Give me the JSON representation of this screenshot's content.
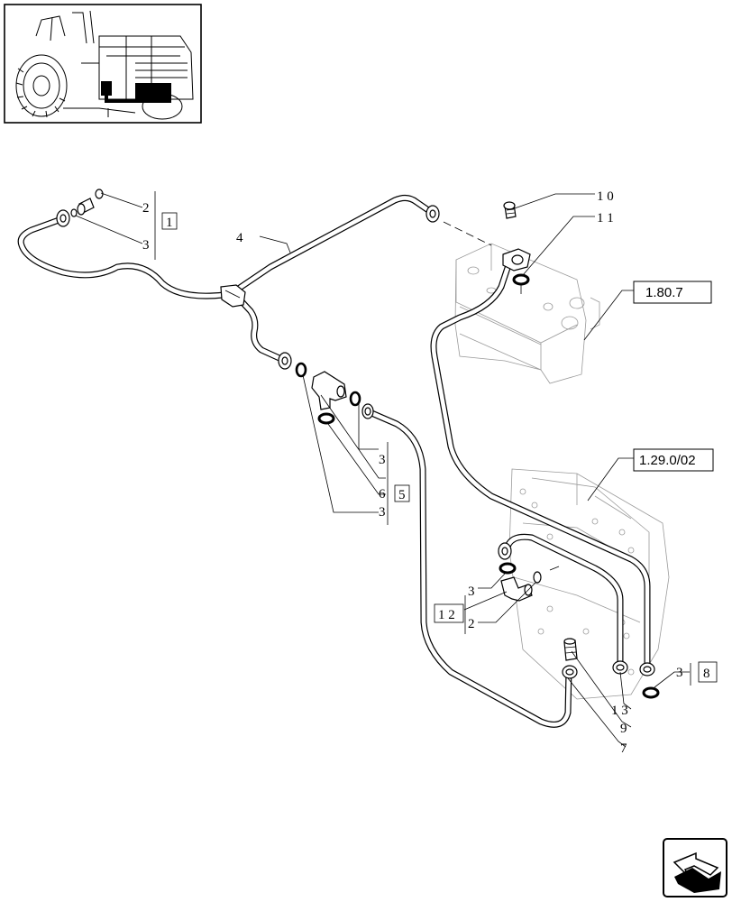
{
  "callouts": {
    "c2a": "2",
    "c3a": "3",
    "ref1": "1",
    "c4": "4",
    "c10": "1 0",
    "c11": "1 1",
    "ref180": "1.80.7",
    "c3b": "3",
    "c6": "6",
    "ref5": "5",
    "c3c": "3",
    "ref129": "1.29.0/02",
    "c3d": "3",
    "ref12": "1 2",
    "c2b": "2",
    "c3e": "3",
    "ref8": "8",
    "c13": "1 3",
    "c9": "9",
    "c7": "7"
  },
  "icons": {
    "thumbnail": "tractor-location-thumbnail-icon",
    "nav": "next-page-arrow-icon"
  }
}
